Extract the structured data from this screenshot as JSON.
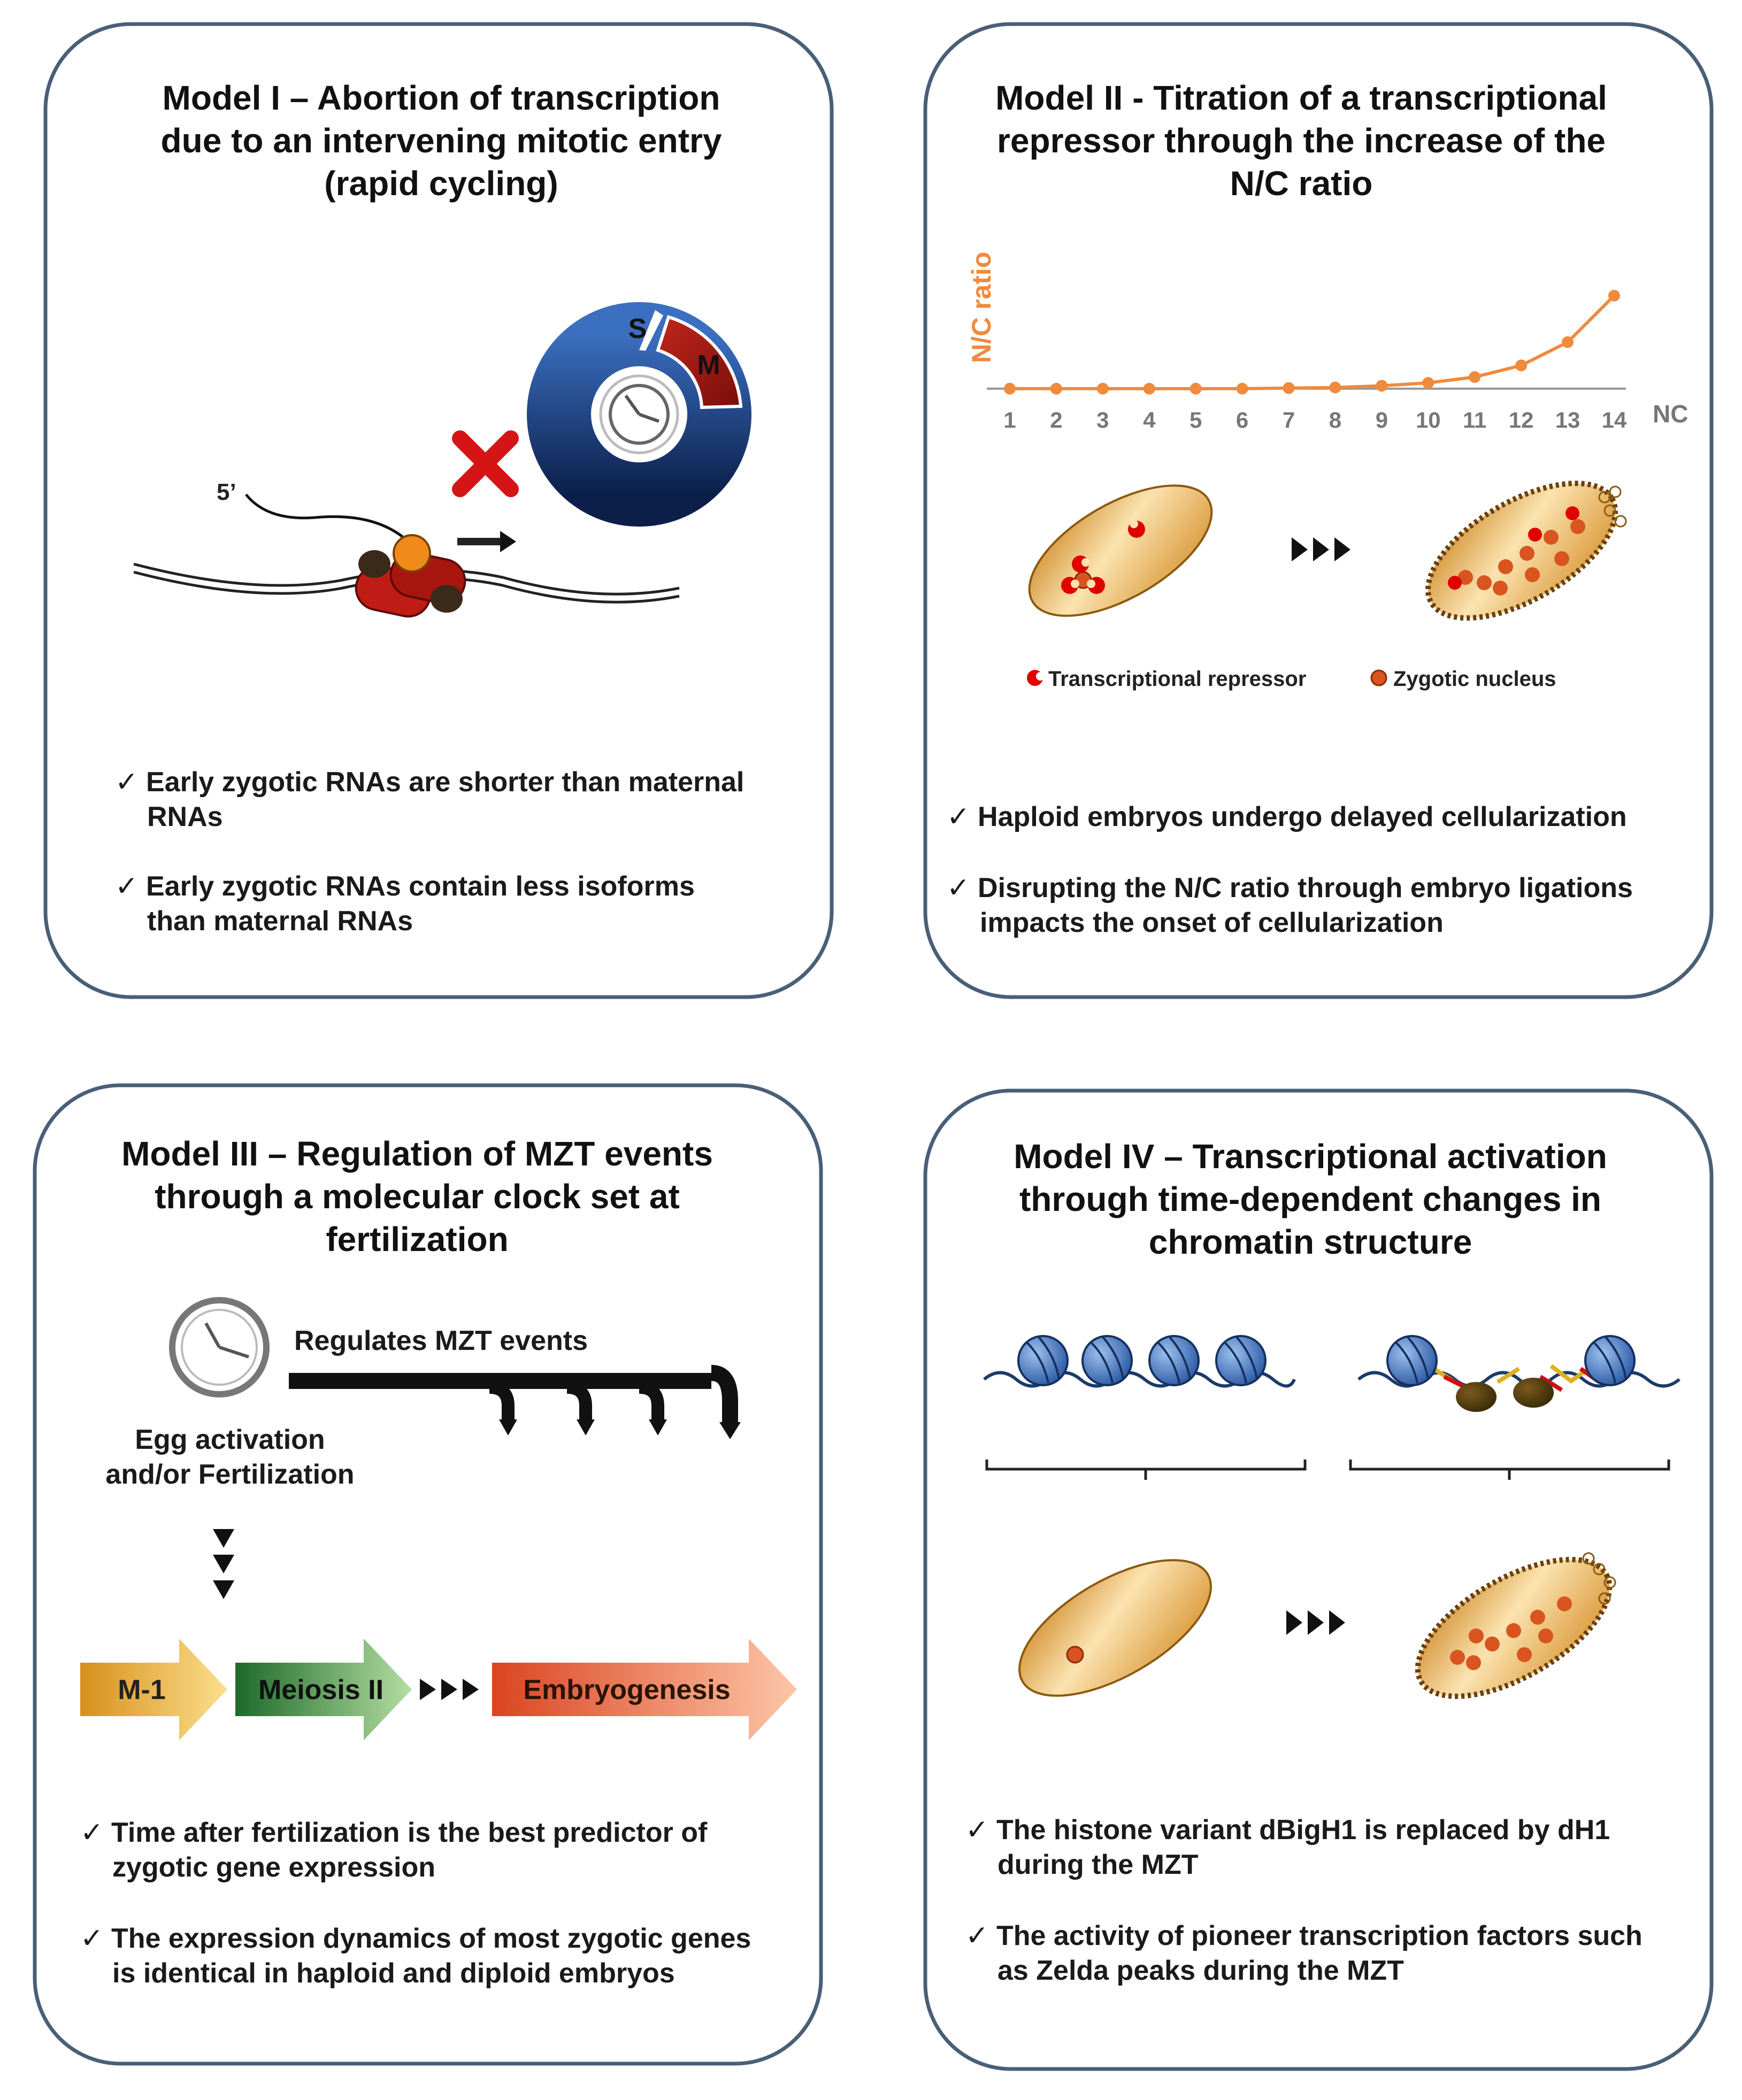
{
  "colors": {
    "panel_border": "#4a5e78",
    "accent_orange": "#f08a3c",
    "cell_fill": "#e8a33b",
    "nucleus": "#d9541f",
    "repressor": "#e00000",
    "nucleosome": "#4677c4",
    "dna": "#1c3a6b",
    "arrow_yellow": "#e6a323",
    "arrow_green": "#2f8a3a",
    "arrow_red": "#e2572b"
  },
  "panel1": {
    "title": [
      "Model I – Abortion of transcription",
      "due to an intervening mitotic entry",
      "(rapid cycling)"
    ],
    "phase_s": "S",
    "phase_m": "M",
    "five_prime": "5’",
    "bullets": [
      [
        "✓  Early zygotic RNAs are shorter than maternal",
        "RNAs"
      ],
      [
        "✓ Early zygotic RNAs contain less isoforms",
        "than maternal RNAs"
      ]
    ]
  },
  "panel2": {
    "title": [
      "Model II - Titration of a transcriptional",
      "repressor through the increase of the",
      "N/C ratio"
    ],
    "legend_repressor": "Transcriptional repressor",
    "legend_nucleus": "Zygotic nucleus",
    "bullets": [
      [
        "✓  Haploid embryos undergo delayed cellularization"
      ],
      [
        "✓ Disrupting the N/C ratio through embryo ligations",
        "impacts the onset of cellularization"
      ]
    ]
  },
  "panel3": {
    "title": [
      "Model III – Regulation of MZT events",
      "through a molecular clock set at",
      "fertilization"
    ],
    "regulates": "Regulates MZT events",
    "egg_activation": [
      "Egg activation",
      "and/or Fertilization"
    ],
    "stages": [
      "M-1",
      "Meiosis II",
      "Embryogenesis"
    ],
    "bullets": [
      [
        "✓ Time after fertilization is the best predictor of",
        "zygotic gene expression"
      ],
      [
        "✓ The expression dynamics of most zygotic genes",
        "is identical in haploid and diploid embryos"
      ]
    ]
  },
  "panel4": {
    "title": [
      "Model IV – Transcriptional activation",
      "through time-dependent changes in",
      "chromatin structure"
    ],
    "bullets": [
      [
        "✓ The histone variant dBigH1 is replaced by dH1",
        "during the MZT"
      ],
      [
        "✓ The activity of pioneer transcription factors such",
        "as Zelda peaks during the MZT"
      ]
    ]
  },
  "chart_data": {
    "type": "line",
    "ylabel": "N/C ratio",
    "xlabel": "NC",
    "categories": [
      "1",
      "2",
      "3",
      "4",
      "5",
      "6",
      "7",
      "8",
      "9",
      "10",
      "11",
      "12",
      "13",
      "14"
    ],
    "values": [
      0,
      0,
      0,
      0,
      0,
      0,
      0.2,
      0.4,
      1,
      2,
      4,
      8,
      16,
      32
    ],
    "ylim": [
      0,
      32
    ],
    "grid": false
  }
}
